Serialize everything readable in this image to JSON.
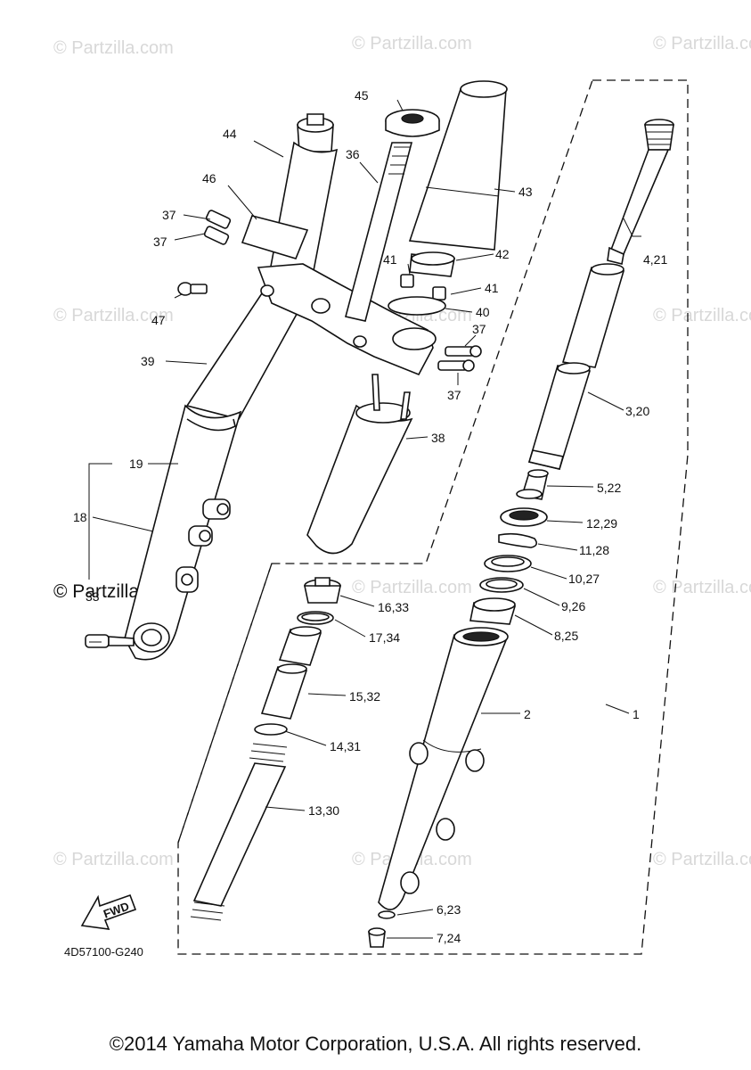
{
  "diagram_code": "4D57100-G240",
  "fwd_label": "FWD",
  "copyright": "©2014 Yamaha Motor Corporation, U.S.A. All rights reserved.",
  "watermark": "© Partzilla.com",
  "callouts": {
    "c1": "1",
    "c2": "2",
    "c3": "3,20",
    "c4": "4,21",
    "c5": "5,22",
    "c6": "6,23",
    "c7": "7,24",
    "c8": "8,25",
    "c9": "9,26",
    "c10": "10,27",
    "c11": "11,28",
    "c12": "12,29",
    "c13": "13,30",
    "c14": "14,31",
    "c15": "15,32",
    "c16": "16,33",
    "c17": "17,34",
    "c18": "18",
    "c19": "19",
    "c33": "33",
    "c36": "36",
    "c37a": "37",
    "c37b": "37",
    "c37c": "37",
    "c37d": "37",
    "c38": "38",
    "c39": "39",
    "c40": "40",
    "c41a": "41",
    "c41b": "41",
    "c42": "42",
    "c43": "43",
    "c44": "44",
    "c45": "45",
    "c46": "46",
    "c47": "47"
  }
}
